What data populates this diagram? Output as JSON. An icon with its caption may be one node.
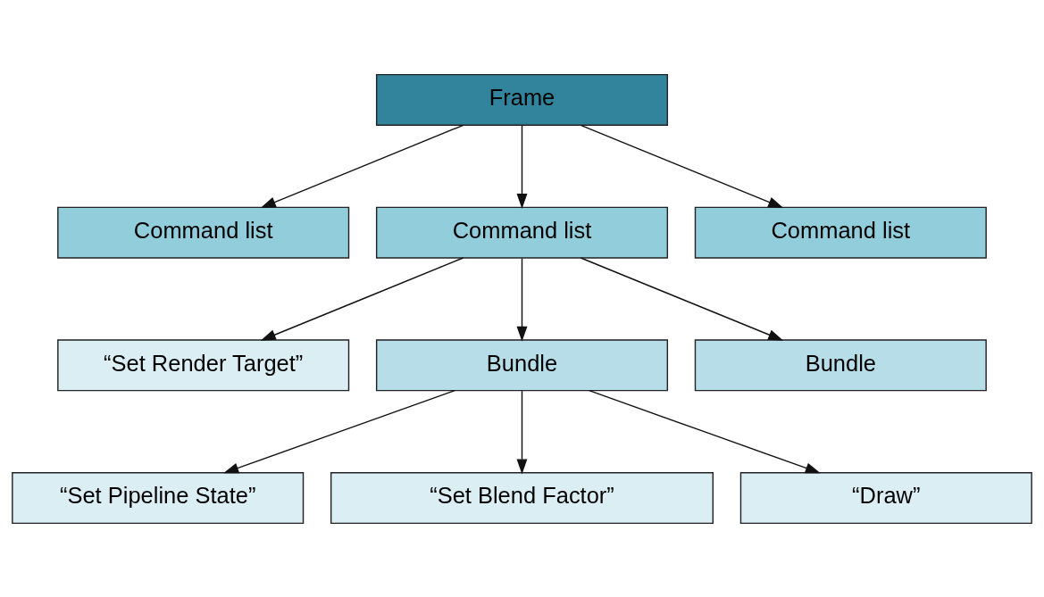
{
  "diagram": {
    "nodes": [
      {
        "text": [
          "Frame"
        ]
      },
      {
        "text": [
          "Command list"
        ]
      },
      {
        "text": [
          "Command list"
        ]
      },
      {
        "text": [
          "Command list"
        ]
      },
      {
        "text": [
          "“Set Render Target”"
        ]
      },
      {
        "text": [
          "Bundle"
        ]
      },
      {
        "text": [
          "Bundle"
        ]
      },
      {
        "text": [
          "“Set Pipeline State”"
        ]
      },
      {
        "text": [
          "“Set Blend Factor”"
        ]
      },
      {
        "text": [
          "“Draw”"
        ]
      }
    ],
    "edges": [
      {
        "from": 0,
        "to": 1,
        "arrow": "to"
      },
      {
        "from": 0,
        "to": 2,
        "arrow": "to"
      },
      {
        "from": 0,
        "to": 3,
        "arrow": "to"
      },
      {
        "from": 2,
        "to": 4,
        "arrow": "to"
      },
      {
        "from": 2,
        "to": 5,
        "arrow": "to"
      },
      {
        "from": 2,
        "to": 6,
        "arrow": "to"
      },
      {
        "from": 5,
        "to": 7,
        "arrow": "to"
      },
      {
        "from": 5,
        "to": 8,
        "arrow": "to"
      },
      {
        "from": 5,
        "to": 9,
        "arrow": "to"
      }
    ]
  }
}
